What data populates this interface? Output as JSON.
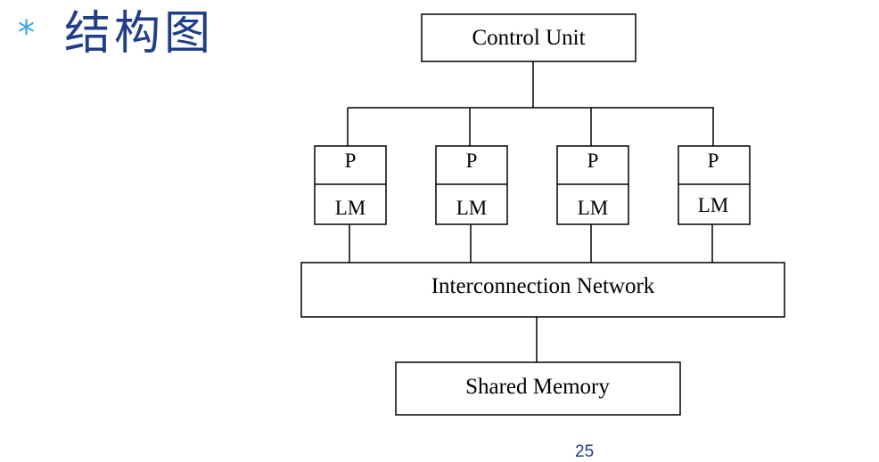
{
  "slide": {
    "bullet": "*",
    "title": "结构图",
    "page_number": "25"
  },
  "diagram": {
    "control_unit": "Control Unit",
    "processors": [
      {
        "top": "P",
        "bottom": "LM"
      },
      {
        "top": "P",
        "bottom": "LM"
      },
      {
        "top": "P",
        "bottom": "LM"
      },
      {
        "top": "P",
        "bottom": "LM"
      }
    ],
    "network": "Interconnection Network",
    "shared_memory": "Shared Memory"
  }
}
